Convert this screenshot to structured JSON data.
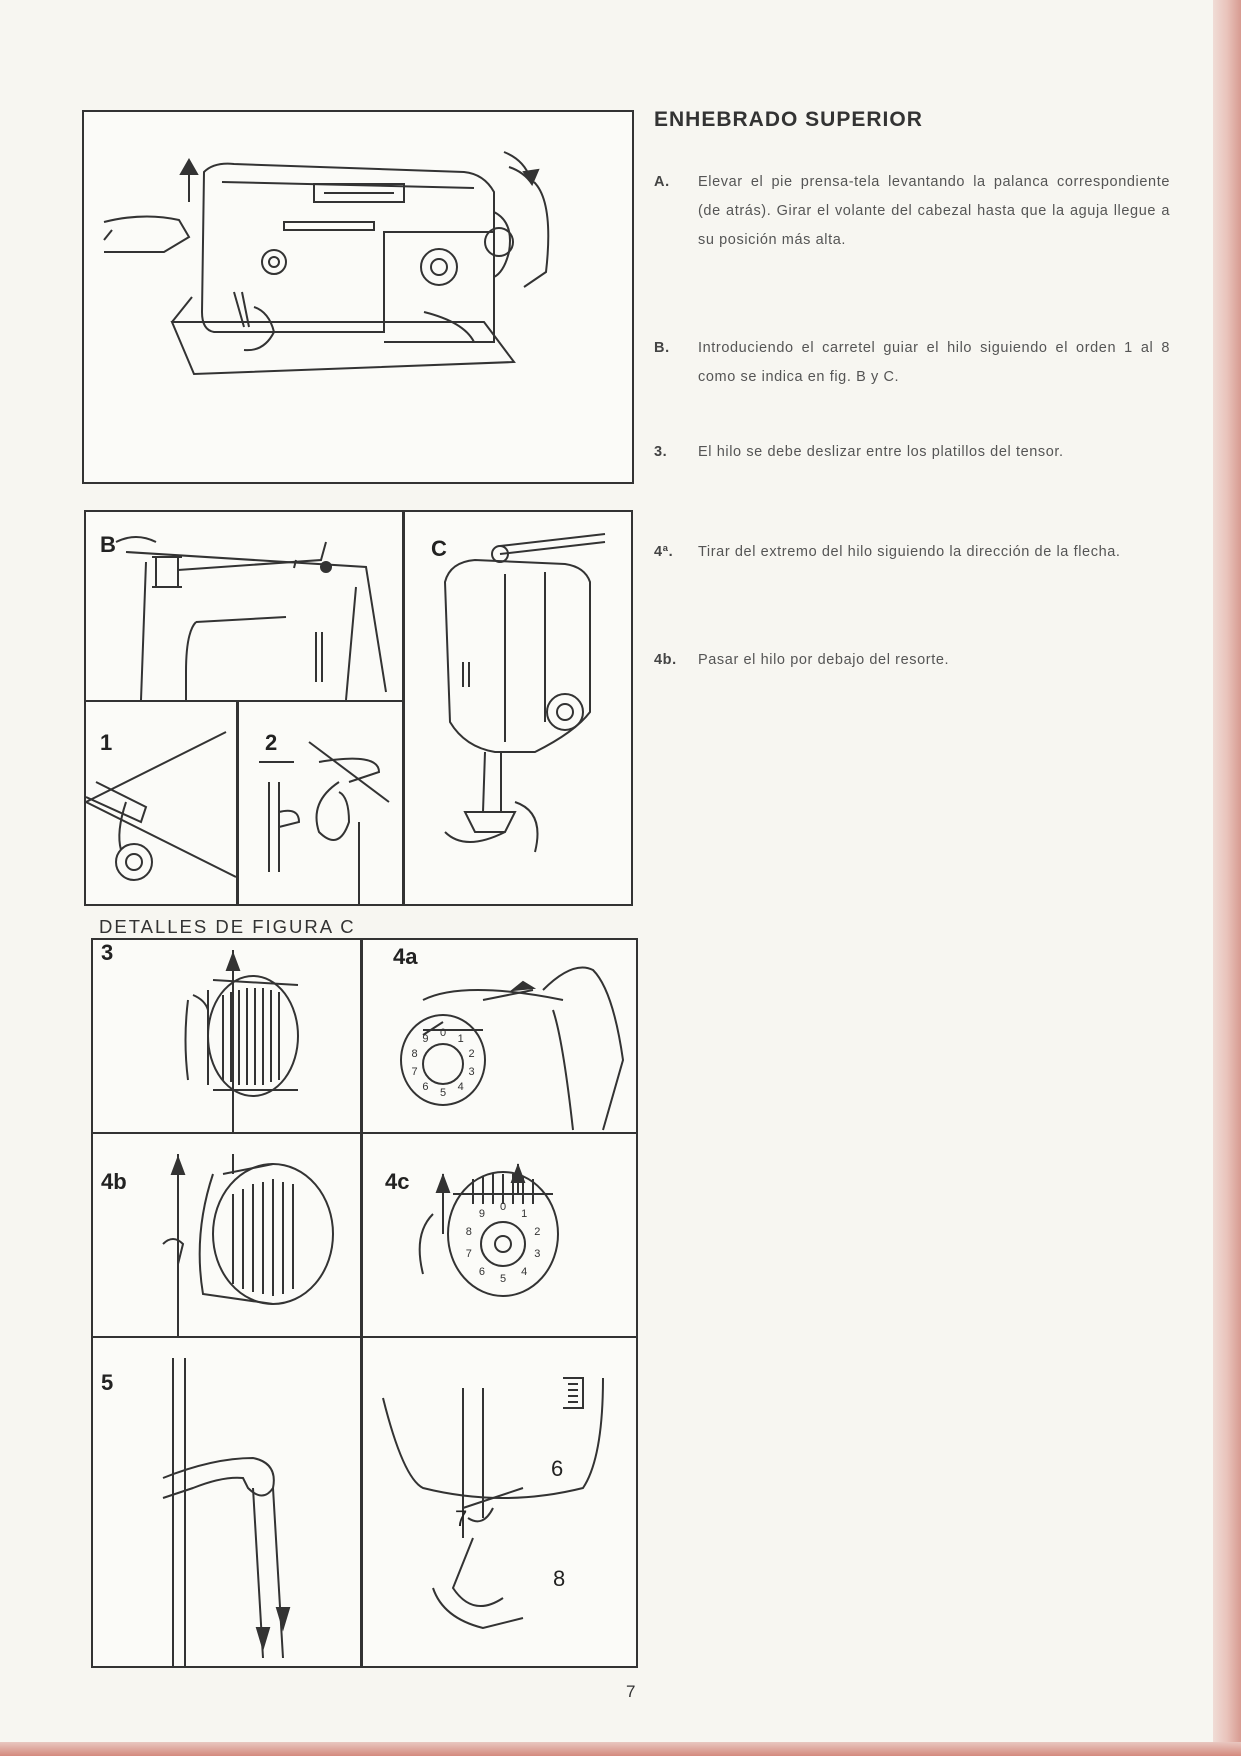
{
  "title": "ENHEBRADO SUPERIOR",
  "steps": [
    {
      "key": "A.",
      "text": "Elevar el pie prensa-tela levantando la palanca correspondiente (de atrás). Girar el volante del cabezal hasta que la aguja llegue a su posición más alta."
    },
    {
      "key": "B.",
      "text": "Introduciendo el carretel guiar el hilo siguiendo el orden 1 al 8 como se indica en fig. B y C."
    },
    {
      "key": "3.",
      "text": "El hilo se debe deslizar entre los platillos del tensor."
    },
    {
      "key": "4ª.",
      "text": "Tirar del extremo del hilo siguiendo la dirección de la flecha."
    },
    {
      "key": "4b.",
      "text": "Pasar el hilo por debajo del resorte."
    }
  ],
  "figures": {
    "b": "B",
    "c": "C",
    "d1": "1",
    "d2": "2",
    "details_caption": "DETALLES DE FIGURA C",
    "p3": "3",
    "p4a": "4a",
    "p4b": "4b",
    "p4c": "4c",
    "p5": "5",
    "n6": "6",
    "n7": "7",
    "n8": "8",
    "dial_nums": [
      "0",
      "1",
      "2",
      "3",
      "4",
      "5",
      "6",
      "7",
      "8",
      "9"
    ]
  },
  "page_number": "7"
}
